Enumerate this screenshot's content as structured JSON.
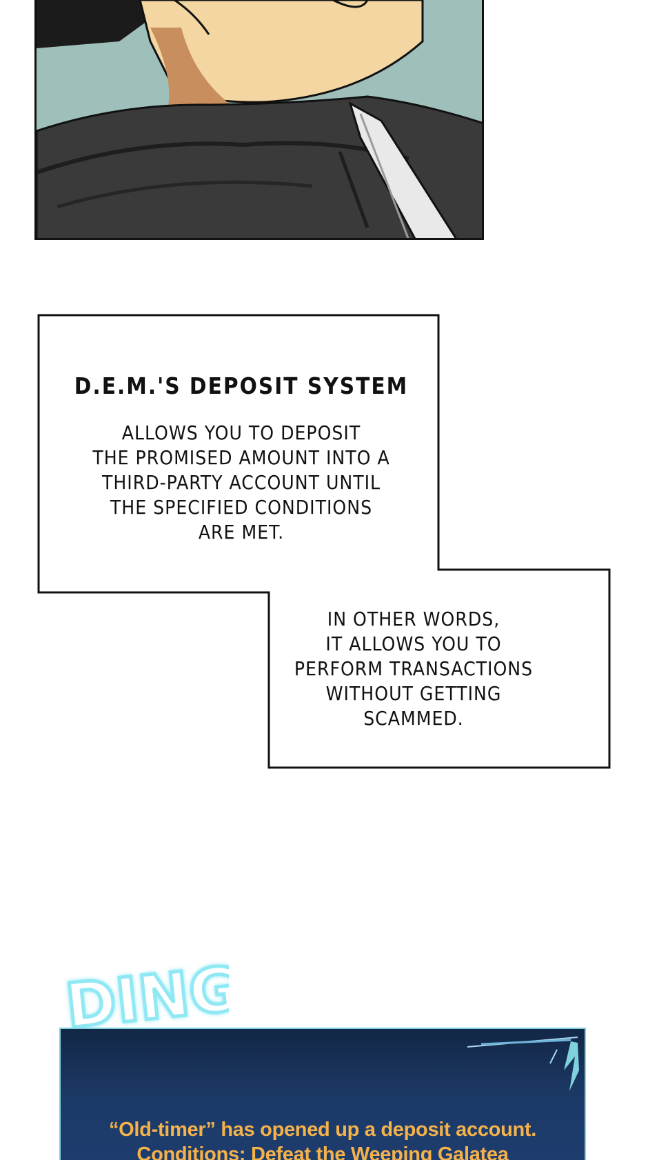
{
  "narration": {
    "title": "D.E.M.'s DEPOSIT SYSTEM",
    "body_lines": [
      "ALLOWS YOU TO DEPOSIT",
      "THE PROMISED AMOUNT INTO A",
      "THIRD-PARTY ACCOUNT UNTIL",
      "THE SPECIFIED CONDITIONS",
      "ARE MET."
    ],
    "followup_lines": [
      "IN OTHER WORDS,",
      "IT ALLOWS YOU TO",
      "PERFORM TRANSACTIONS",
      "WITHOUT GETTING",
      "SCAMMED."
    ]
  },
  "sfx": {
    "text": "DING"
  },
  "system_message": {
    "line1": "“Old-timer” has opened up a deposit account.",
    "line2": "Conditions: Defeat the Weeping Galatea"
  },
  "colors": {
    "panel_sky": "#9fbfbb",
    "skin": "#f3d6a1",
    "coat": "#3a3a3a",
    "system_bg": "#1c3a68",
    "system_border": "#7fd2dc",
    "system_text": "#f6b24a",
    "sfx_glow": "#8fe8f4"
  },
  "icons": [
    "sword-blade-icon",
    "frost-corner-icon"
  ]
}
